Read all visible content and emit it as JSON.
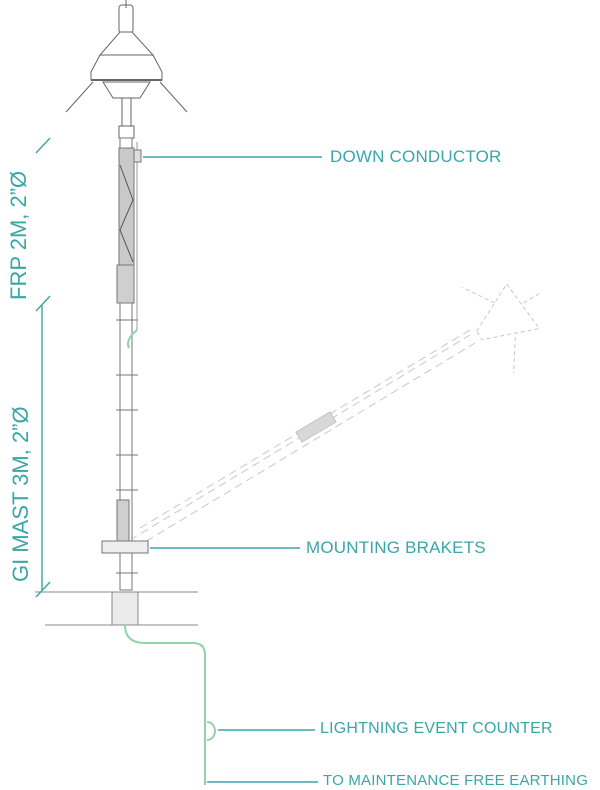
{
  "labels": {
    "down_conductor": "DOWN CONDUCTOR",
    "mounting_brackets": "MOUNTING BRAKETS",
    "lightning_event_counter": "LIGHTNING EVENT COUNTER",
    "earthing": "TO MAINTENANCE FREE EARTHING"
  },
  "dimensions": {
    "frp": "FRP 2M, 2”Ø",
    "gi_mast": "GI MAST 3M, 2”Ø"
  },
  "colors": {
    "accent": "#3aa6a8",
    "conductor": "#8fd3a6",
    "line": "#777777"
  }
}
